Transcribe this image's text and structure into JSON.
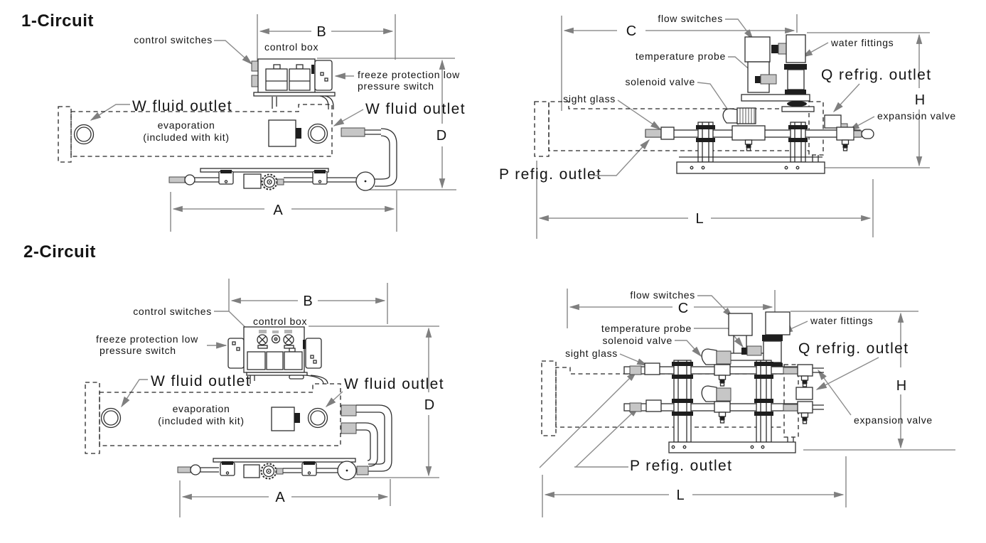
{
  "diagram": {
    "sections": [
      {
        "title": "1-Circuit"
      },
      {
        "title": "2-Circuit"
      }
    ],
    "labels": {
      "control_switches": "control switches",
      "control_box": "control box",
      "freeze_protection_line1": "freeze protection low",
      "freeze_protection_line2": "pressure switch",
      "w_fluid_outlet": "W fluid outlet",
      "evaporation": "evaporation",
      "evaporation_note": "(included with kit)",
      "flow_switches": "flow switches",
      "temperature_probe": "temperature probe",
      "solenoid_valve": "solenoid valve",
      "sight_glass": "sight glass",
      "water_fittings": "water fittings",
      "q_refrig_outlet": "Q refrig. outlet",
      "p_refig_outlet": "P refig. outlet",
      "expansion_valve": "expansion valve"
    },
    "dims": {
      "a": "A",
      "b": "B",
      "c": "C",
      "d": "D",
      "h": "H",
      "l": "L"
    },
    "colors": {
      "line": "#2e2e2e",
      "leader": "#8c8c8c",
      "grey_fill": "#c6c6c6",
      "background": "#ffffff"
    }
  }
}
